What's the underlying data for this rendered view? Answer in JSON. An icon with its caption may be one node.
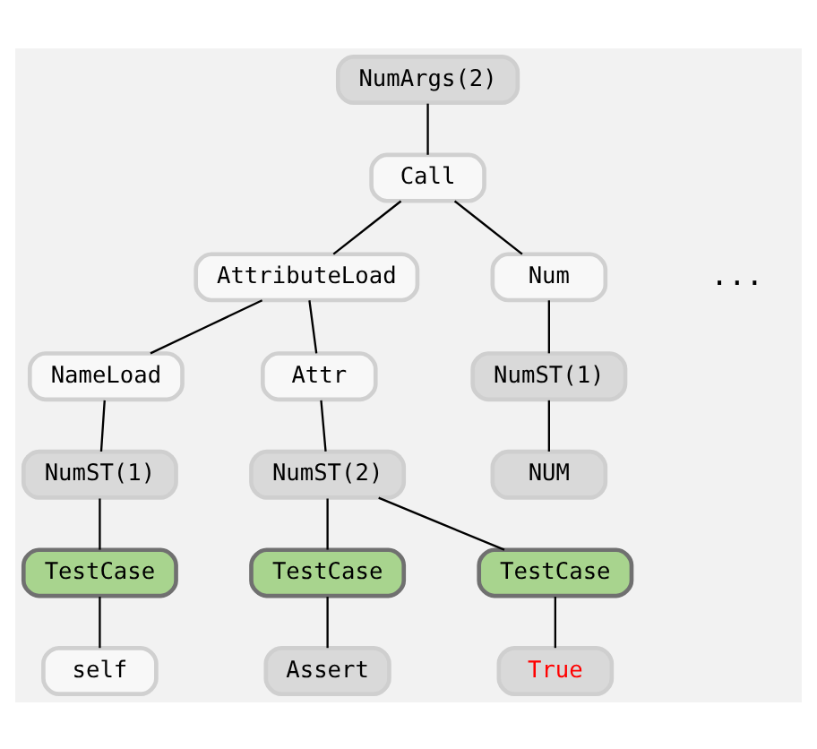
{
  "diagram": {
    "nodes": [
      {
        "text": [
          "NumArgs(2)"
        ]
      },
      {
        "text": [
          "Call"
        ]
      },
      {
        "text": [
          "AttributeLoad"
        ]
      },
      {
        "text": [
          "Num"
        ]
      },
      {
        "text": [
          "NameLoad"
        ]
      },
      {
        "text": [
          "Attr"
        ]
      },
      {
        "text": [
          "NumST(1)"
        ]
      },
      {
        "text": [
          "NumST(1)"
        ]
      },
      {
        "text": [
          "NumST(2)"
        ]
      },
      {
        "text": [
          "NUM"
        ]
      },
      {
        "text": [
          "TestCase"
        ]
      },
      {
        "text": [
          "TestCase"
        ]
      },
      {
        "text": [
          "TestCase"
        ]
      },
      {
        "text": [
          "self"
        ]
      },
      {
        "text": [
          "Assert"
        ]
      },
      {
        "text": [
          "True"
        ]
      }
    ],
    "edges": [
      {
        "from": 0,
        "to": 1,
        "arrow": "none"
      },
      {
        "from": 1,
        "to": 2,
        "arrow": "none"
      },
      {
        "from": 1,
        "to": 3,
        "arrow": "none"
      },
      {
        "from": 2,
        "to": 4,
        "arrow": "none"
      },
      {
        "from": 2,
        "to": 5,
        "arrow": "none"
      },
      {
        "from": 3,
        "to": 6,
        "arrow": "none"
      },
      {
        "from": 4,
        "to": 7,
        "arrow": "none"
      },
      {
        "from": 5,
        "to": 8,
        "arrow": "none"
      },
      {
        "from": 6,
        "to": 9,
        "arrow": "none"
      },
      {
        "from": 7,
        "to": 10,
        "arrow": "none"
      },
      {
        "from": 8,
        "to": 11,
        "arrow": "none"
      },
      {
        "from": 8,
        "to": 12,
        "arrow": "none"
      },
      {
        "from": 10,
        "to": 13,
        "arrow": "none"
      },
      {
        "from": 11,
        "to": 14,
        "arrow": "none"
      },
      {
        "from": 12,
        "to": 15,
        "arrow": "none"
      }
    ],
    "labels": [
      "..."
    ]
  }
}
